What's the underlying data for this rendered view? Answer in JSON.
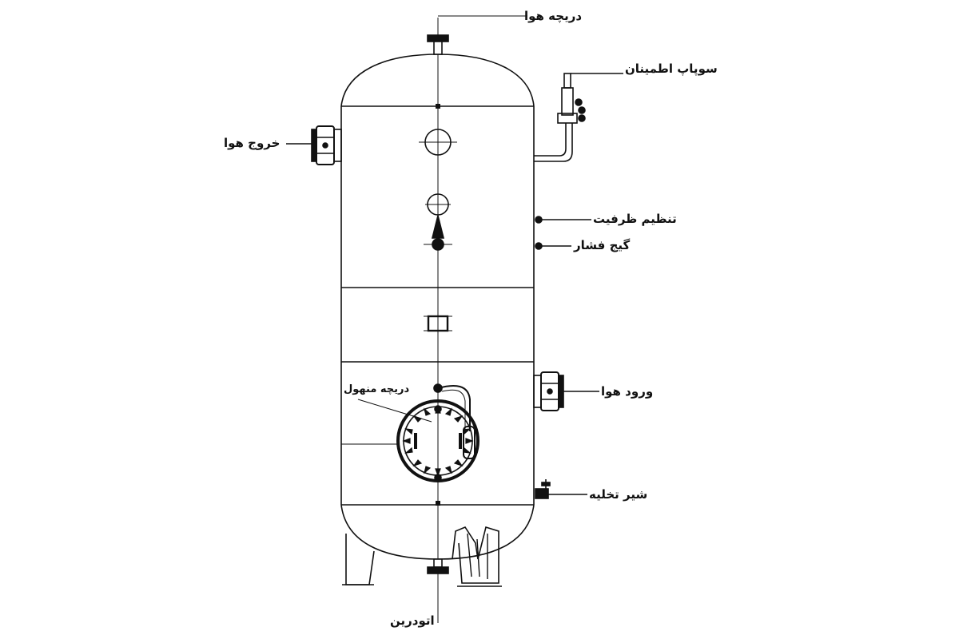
{
  "labels": {
    "air_vent": "دریچه هوا",
    "safety_valve": "سوپاپ اطمینان",
    "air_outlet": "خروج هوا",
    "capacity_setting": "تنظیم ظرفیت",
    "pressure_gauge": "گیج فشار",
    "air_inlet": "ورود هوا",
    "manhole": "دریچه منهول",
    "drain_valve": "شیر تخلیه",
    "auto_drain": "اتودرین"
  }
}
